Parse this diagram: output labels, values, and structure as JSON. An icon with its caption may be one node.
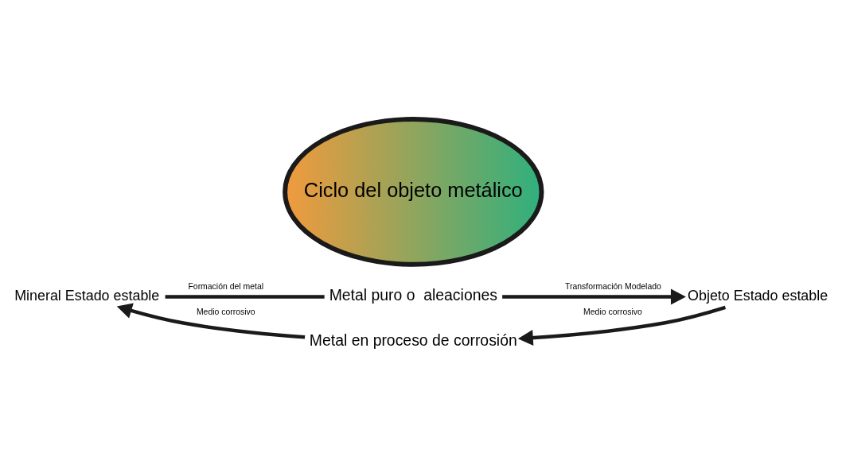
{
  "diagram": {
    "nodes": [
      {
        "text": [
          "Metal puro o  aleaciones"
        ]
      },
      {
        "text": [
          "Mineral Estado estable"
        ]
      },
      {
        "text": [
          "Ciclo del objeto metálico"
        ]
      },
      {
        "text": [
          "Objeto Estado estable"
        ]
      },
      {
        "text": [
          "Metal en proceso de corrosión"
        ]
      }
    ],
    "edges": [
      {
        "from": 0,
        "to": 3,
        "arrow": "to",
        "label": "Transformación Modelado"
      },
      {
        "from": 3,
        "to": 4,
        "arrow": "to",
        "label": "Medio corrosivo"
      },
      {
        "from": 4,
        "to": 1,
        "arrow": "to",
        "label": "Medio corrosivo"
      },
      {
        "from": 1,
        "to": 0,
        "arrow": "none",
        "label": "Formación del metal"
      }
    ]
  }
}
